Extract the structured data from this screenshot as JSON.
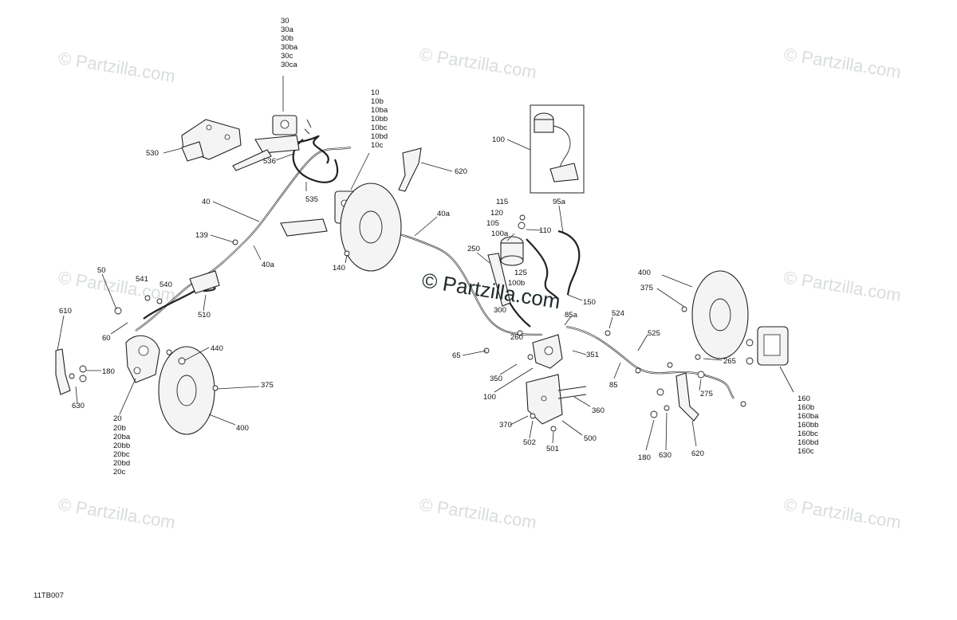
{
  "diagram_code": "11TB007",
  "watermark": {
    "small": "© Partzilla.com",
    "center": "© Partzilla.com"
  },
  "labels": {
    "30": "30",
    "30a": "30a",
    "30b": "30b",
    "30ba": "30ba",
    "30c": "30c",
    "30ca": "30ca",
    "10": "10",
    "10b": "10b",
    "10ba": "10ba",
    "10bb": "10bb",
    "10bc": "10bc",
    "10bd": "10bd",
    "10c": "10c",
    "530": "530",
    "536": "536",
    "535": "535",
    "620a": "620",
    "100a_box": "100",
    "40": "40",
    "40a_1": "40a",
    "40a_2": "40a",
    "139": "139",
    "140": "140",
    "50": "50",
    "541": "541",
    "540": "540",
    "510": "510",
    "60": "60",
    "610": "610",
    "440": "440",
    "180a": "180",
    "630a": "630",
    "375a": "375",
    "400a": "400",
    "20": "20",
    "20b": "20b",
    "20ba": "20ba",
    "20bb": "20bb",
    "20bc": "20bc",
    "20bd": "20bd",
    "20c": "20c",
    "115": "115",
    "120": "120",
    "105": "105",
    "110": "110",
    "100a": "100a",
    "95a": "95a",
    "250": "250",
    "125": "125",
    "100b": "100b",
    "150": "150",
    "300": "300",
    "85a": "85a",
    "524": "524",
    "525": "525",
    "260": "260",
    "351": "351",
    "65": "65",
    "350": "350",
    "100": "100",
    "85": "85",
    "265": "265",
    "275": "275",
    "360": "360",
    "370": "370",
    "502": "502",
    "501": "501",
    "500": "500",
    "180b": "180",
    "630b": "630",
    "620b": "620",
    "400b": "400",
    "375b": "375",
    "160": "160",
    "160b": "160b",
    "160ba": "160ba",
    "160bb": "160bb",
    "160bc": "160bc",
    "160bd": "160bd",
    "160c": "160c"
  }
}
